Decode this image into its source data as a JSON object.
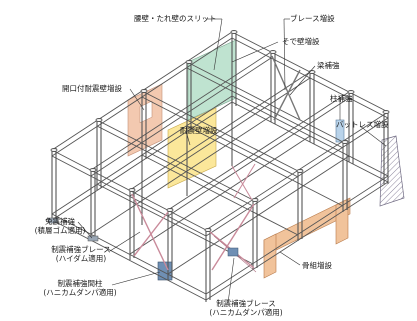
{
  "labels": {
    "slit": "腰壁・たれ壁のスリット",
    "brace_add": "ブレース増設",
    "wing_wall": "そで壁増設",
    "beam_reinforce": "梁補強",
    "opening_wall": "開口付耐震壁増設",
    "column_reinforce": "柱補強",
    "buttress": "バットレス増設",
    "shear_wall": "耐震壁増設",
    "base_isolation": [
      "免震補強",
      "(積層ゴム適用)"
    ],
    "damper_brace_left": [
      "制震補強ブレース",
      "(ハイダム適用)"
    ],
    "damper_wall": [
      "制震補強間柱",
      "(ハニカムダンパ適用)"
    ],
    "frame_add": "骨組増設",
    "damper_brace_bottom": [
      "制震補強ブレース",
      "(ハニカムダンパ適用)"
    ]
  },
  "colors": {
    "frame_fill": "#f4f4f4",
    "frame_stroke": "#555555",
    "shear_wall": "#fbe79a",
    "opening_wall": "#f3c9b0",
    "frame_add": "#f1c39b",
    "wing_wall": "#bfe3d0",
    "buttress": "#c9c4d6",
    "brace_pink": "#c98a9a",
    "damper_blue": "#6f8fb4",
    "column_blue": "#b9d3ea",
    "leader": "#333333"
  }
}
